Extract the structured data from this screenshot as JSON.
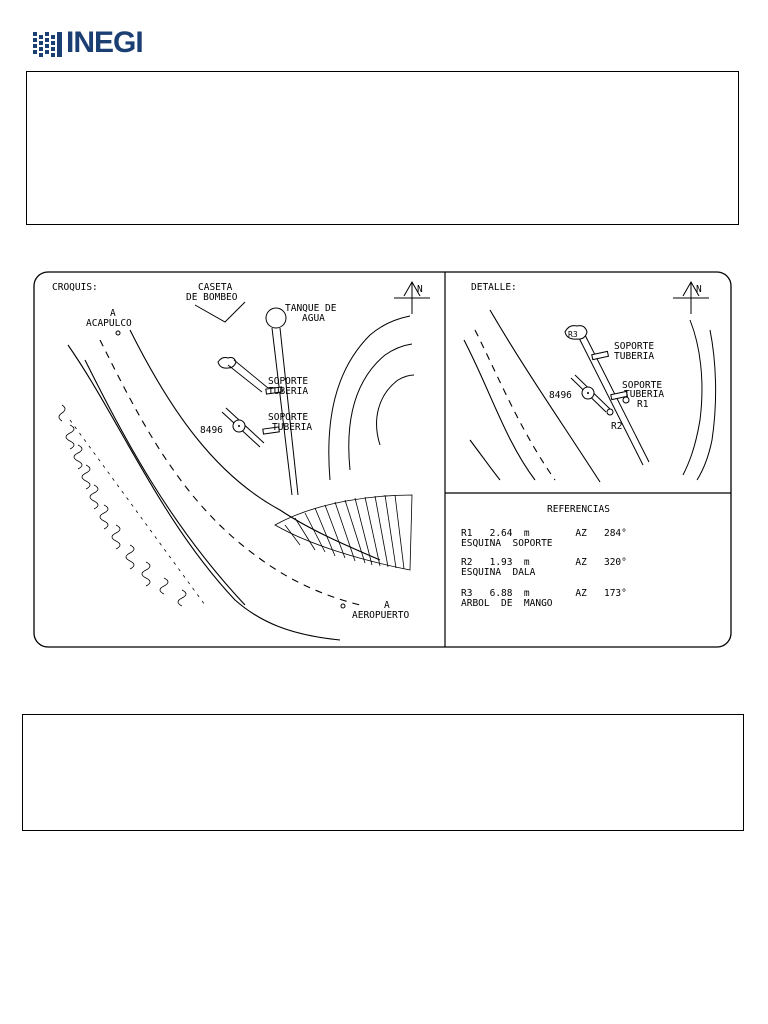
{
  "logo": {
    "text": "INEGI",
    "color": "#1c3f73"
  },
  "croquis": {
    "title": "CROQUIS:",
    "caseta": [
      "CASETA",
      "DE BOMBEO"
    ],
    "tanque": [
      "TANQUE DE",
      "AGUA"
    ],
    "acapulco": [
      "A",
      "ACAPULCO"
    ],
    "soporte1": [
      "SOPORTE",
      "TUBERIA"
    ],
    "soporte2": [
      "SOPORTE",
      "TUBERIA"
    ],
    "benchmark": "8496",
    "aeropuerto": [
      "A",
      "AEROPUERTO"
    ],
    "north": "N"
  },
  "detalle": {
    "title": "DETALLE:",
    "soporte1": [
      "SOPORTE",
      "TUBERIA"
    ],
    "soporte2": [
      "SOPORTE",
      "TUBERIA"
    ],
    "r1": "R1",
    "r2": "R2",
    "r3": "R3",
    "benchmark": "8496",
    "north": "N"
  },
  "referencias": {
    "heading": "REFERENCIAS",
    "items": [
      {
        "line": "R1   2.64  m        AZ   284°",
        "desc": "ESQUINA  SOPORTE"
      },
      {
        "line": "R2   1.93  m        AZ   320°",
        "desc": "ESQUINA  DALA"
      },
      {
        "line": "R3   6.88  m        AZ   173°",
        "desc": "ARBOL  DE  MANGO"
      }
    ]
  }
}
